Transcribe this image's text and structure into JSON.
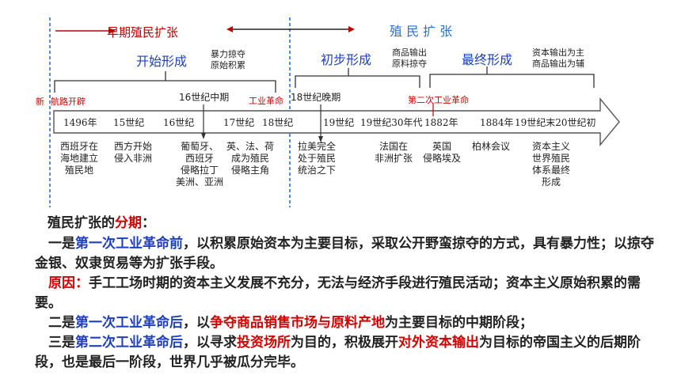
{
  "timeline": {
    "phase1_label": "早期殖民扩张",
    "phase2_label": "殖 民 扩 张",
    "stage_start": "开始形成",
    "stage_start_note": [
      "暴力掠夺",
      "原始积累"
    ],
    "stage_initial": "初步形成",
    "stage_initial_note": [
      "商品输出",
      "原料掠夺"
    ],
    "stage_final": "最终形成",
    "stage_final_note": [
      "资本输出为主",
      "商品输出为辅"
    ],
    "marker_xin": "新",
    "marker_route": "航路开辟",
    "marker_mid16": "16世纪中期",
    "marker_ir1": "工业革命",
    "marker_late18": "18世纪晚期",
    "marker_ir2": "第二次工业革命",
    "ticks": [
      "1496年",
      "15世纪",
      "16世纪",
      "17世纪",
      "18世纪",
      "19世纪",
      "19世纪30年代",
      "1882年",
      "1884年",
      "19世纪末20世纪初"
    ],
    "events": [
      [
        "西班牙在",
        "海地建立",
        "殖民地"
      ],
      [
        "西方开始",
        "侵入非洲"
      ],
      [
        "葡萄牙、",
        "西班牙",
        "侵略拉丁",
        "美洲、亚洲"
      ],
      [
        "英、法、荷",
        "成为殖民",
        "侵略主角"
      ],
      [
        "拉美完全",
        "处于殖民",
        "统治之下"
      ],
      [
        "法国在",
        "非洲扩张"
      ],
      [
        "英国",
        "侵略埃及"
      ],
      [
        "柏林会议"
      ],
      [
        "资本主义",
        "世界殖民",
        "体系最终",
        "形成"
      ]
    ]
  },
  "text": {
    "heading_a": "殖民扩张的",
    "heading_b": "分期",
    "heading_c": "：",
    "p1_a": "一是",
    "p1_b": "第一次工业革命前",
    "p1_c": "，以积累原始资本为主要目标，采取公开野蛮掠夺的方式，具有暴力性；以掠夺金银、奴隶贸易等为扩张手段。",
    "p2_a": "原因：",
    "p2_b": "手工工场时期的资本主义发展不充分，无法与经济手段进行殖民活动；资本主义原始积累的需要。",
    "p3_a": "二是",
    "p3_b": "第一次工业革命后",
    "p3_c": "，以",
    "p3_d": "争夺商品销售市场与原料产地",
    "p3_e": "为主要目标的中期阶段；",
    "p4_a": "三是",
    "p4_b": "第二次工业革命后",
    "p4_c": "，以寻求",
    "p4_d": "投资场所",
    "p4_e": "为目的，积极展开",
    "p4_f": "对外资本输出",
    "p4_g": "为目标的帝国主义的后期阶段，也是最后一阶段，世界几乎被瓜分完毕。"
  },
  "colors": {
    "red": "#d40000",
    "blue": "#1f3fbf",
    "line": "#444444"
  }
}
